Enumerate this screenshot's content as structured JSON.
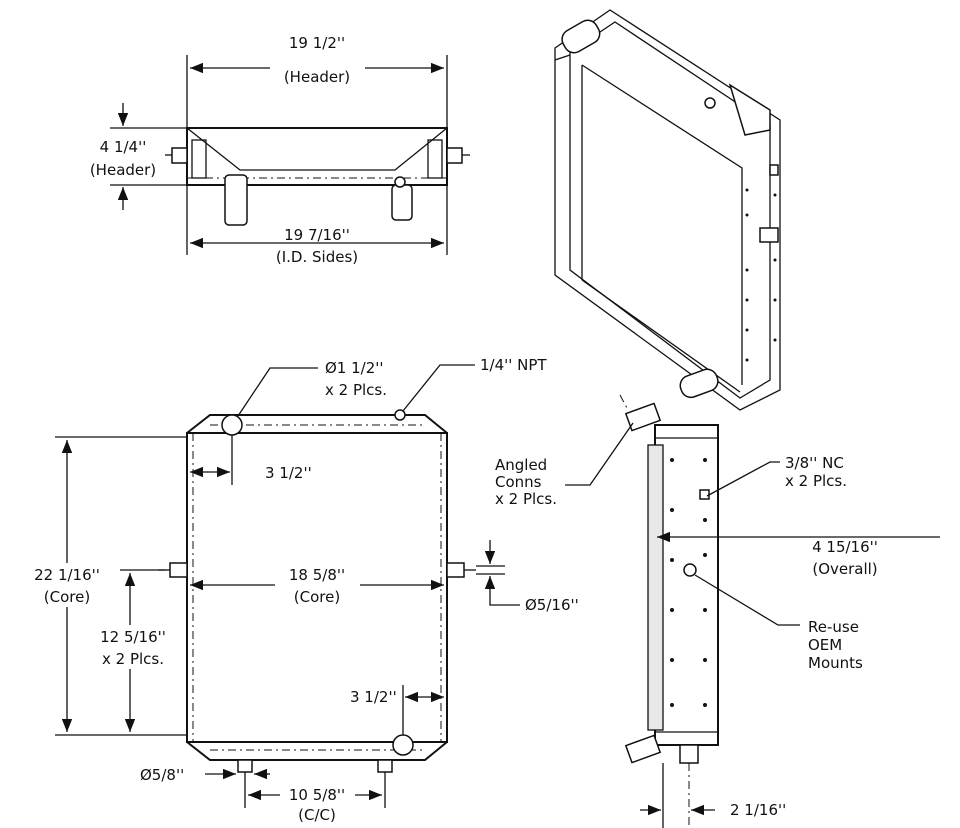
{
  "top_view": {
    "width_header": "19 1/2''",
    "width_header_note": "(Header)",
    "height_header": "4 1/4''",
    "height_header_note": "(Header)",
    "width_sides": "19 7/16''",
    "width_sides_note": "(I.D. Sides)"
  },
  "front_view": {
    "inlet_dia": "Ø1 1/2''",
    "inlet_qty": "x 2 Plcs.",
    "npt": "1/4'' NPT",
    "inlet_offset": "3 1/2''",
    "core_height": "22 1/16''",
    "core_height_note": "(Core)",
    "core_width": "18 5/8''",
    "core_width_note": "(Core)",
    "pin_dia": "Ø5/16''",
    "pin_height": "12 5/16''",
    "pin_qty": "x 2 Plcs.",
    "outlet_offset": "3 1/2''",
    "stud_dia": "Ø5/8''",
    "stud_spacing": "10 5/8''",
    "stud_spacing_note": "(C/C)"
  },
  "side_view": {
    "angled_1": "Angled",
    "angled_2": "Conns",
    "angled_3": "x 2 Plcs.",
    "nc_1": "3/8'' NC",
    "nc_2": "x 2 Plcs.",
    "overall_1": "4 15/16''",
    "overall_2": "(Overall)",
    "mounts_1": "Re-use",
    "mounts_2": "OEM",
    "mounts_3": "Mounts",
    "depth": "2 1/16''"
  }
}
